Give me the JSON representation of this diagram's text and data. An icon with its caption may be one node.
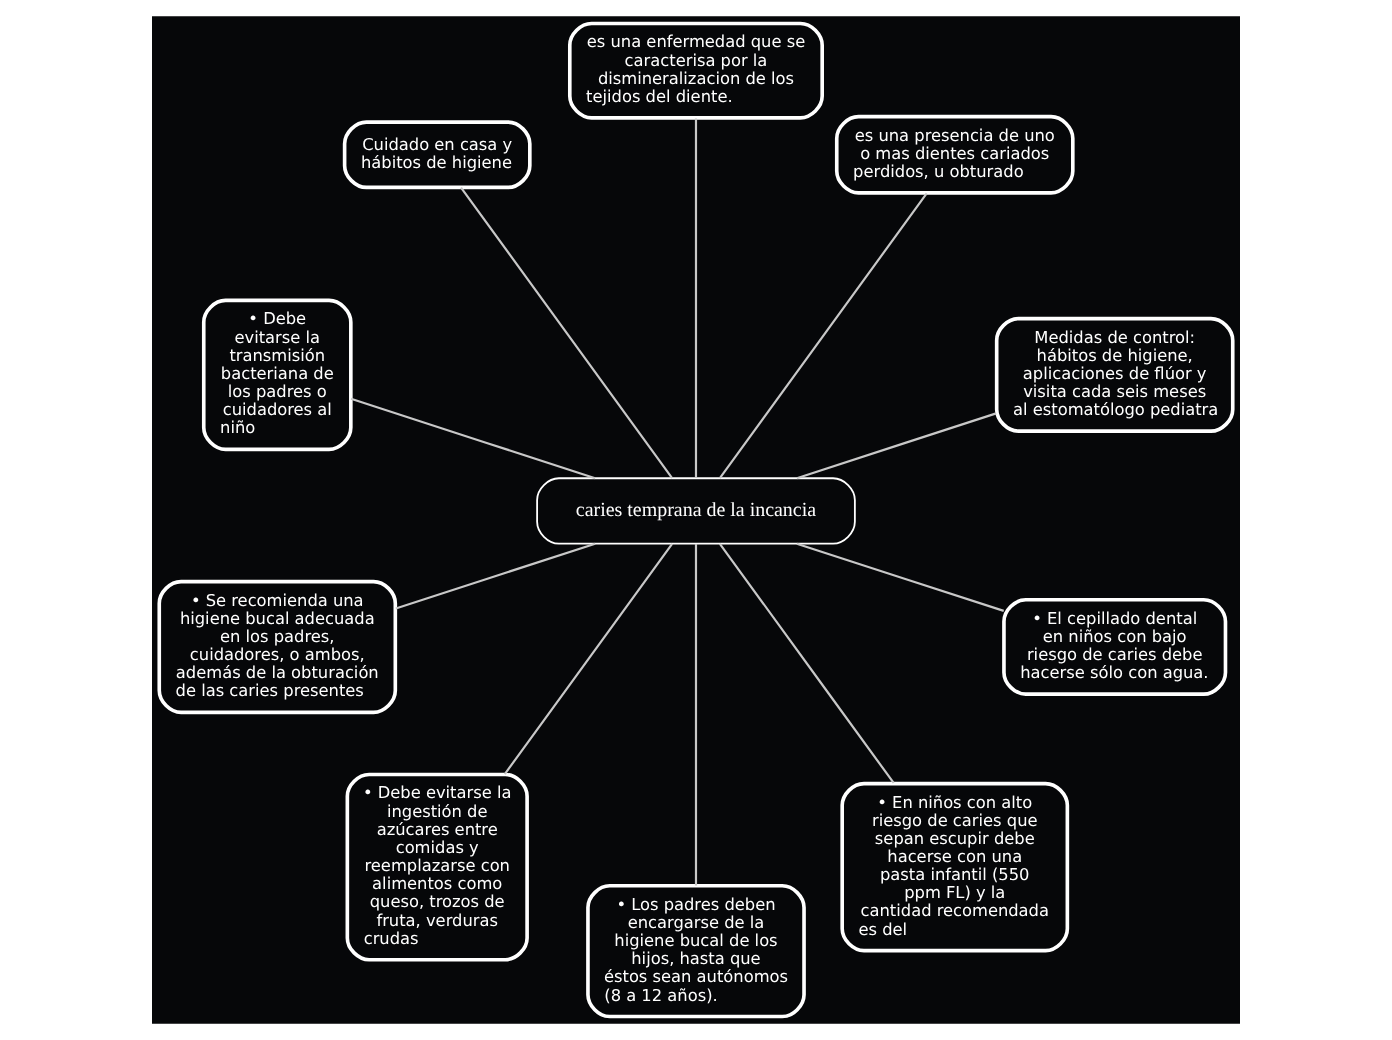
{
  "diagram": {
    "nodes": [
      {
        "text": [
          "caries temprana de la incancia"
        ]
      },
      {
        "text": [
          "Medidas de control: hábitos de higiene, aplicaciones de flúor y visita cada seis meses al estomatólogo pediatra"
        ]
      },
      {
        "text": [
          "es una presencia de uno o mas dientes cariados perdidos, u obturado"
        ]
      },
      {
        "text": [
          "es una enfermedad que se caracterisa por la dismineralizacion de los tejidos del diente."
        ]
      },
      {
        "text": [
          "Cuidado en casa y hábitos de higiene"
        ]
      },
      {
        "text": [
          "• Debe evitarse la transmisión bacteriana de los padres o cuidadores al niño"
        ]
      },
      {
        "text": [
          "• Se recomienda una higiene bucal adecuada en los padres, cuidadores, o ambos, además de la obturación de las caries presentes"
        ]
      },
      {
        "text": [
          "• Debe evitarse la ingestión de azúcares entre comidas y reemplazarse con alimentos como queso, trozos de fruta, verduras crudas"
        ]
      },
      {
        "text": [
          "• Los padres deben encargarse de la higiene bucal de los hijos, hasta que éstos sean autónomos (8 a 12 años)."
        ]
      },
      {
        "text": [
          "• En niños con alto riesgo de caries que sepan escupir debe hacerse con una pasta infantil (550 ppm FL) y la cantidad recomendada es del"
        ]
      },
      {
        "text": [
          "• El cepillado dental en niños con bajo riesgo de caries debe hacerse sólo con agua."
        ]
      }
    ],
    "edges": [
      {
        "from": 0,
        "to": 1,
        "arrow": "none"
      },
      {
        "from": 0,
        "to": 2,
        "arrow": "none"
      },
      {
        "from": 0,
        "to": 3,
        "arrow": "none"
      },
      {
        "from": 0,
        "to": 4,
        "arrow": "none"
      },
      {
        "from": 0,
        "to": 5,
        "arrow": "none"
      },
      {
        "from": 0,
        "to": 6,
        "arrow": "none"
      },
      {
        "from": 0,
        "to": 7,
        "arrow": "none"
      },
      {
        "from": 0,
        "to": 8,
        "arrow": "none"
      },
      {
        "from": 0,
        "to": 9,
        "arrow": "none"
      },
      {
        "from": 0,
        "to": 10,
        "arrow": "none"
      }
    ]
  }
}
